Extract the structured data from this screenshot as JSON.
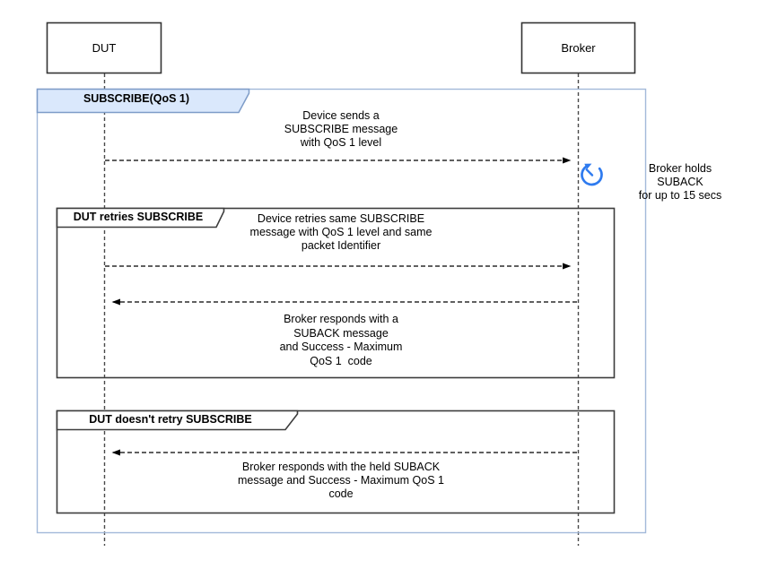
{
  "actors": {
    "dut": "DUT",
    "broker": "Broker"
  },
  "outer_frame": {
    "label": "SUBSCRIBE(QoS 1)"
  },
  "frames": [
    {
      "label": "DUT retries SUBSCRIBE"
    },
    {
      "label": "DUT doesn't retry SUBSCRIBE"
    }
  ],
  "messages": {
    "msg1": "Device sends a\nSUBSCRIBE message\nwith QoS 1 level",
    "msg2": "Device retries same SUBSCRIBE\nmessage with QoS 1 level and same\npacket Identifier",
    "msg3": "Broker responds with a\nSUBACK message\nand Success - Maximum\nQoS 1  code",
    "msg4": "Broker responds with the held SUBACK\nmessage and Success - Maximum QoS 1\ncode"
  },
  "note": {
    "icon": "retry-icon",
    "text": "Broker holds SUBACK\nfor up to 15 secs"
  },
  "colors": {
    "frame_border_blue": "#a3b9d9",
    "label_fill_blue": "#dae8fc",
    "label_border_blue": "#7e9cc8",
    "inner_frame_border": "#3d3d3d",
    "actor_border": "#333333",
    "lifeline_color": "#4a4a4a",
    "arrow_color": "#000000",
    "icon_blue": "#2f7bef",
    "text_color": "#000000",
    "background": "#ffffff"
  }
}
